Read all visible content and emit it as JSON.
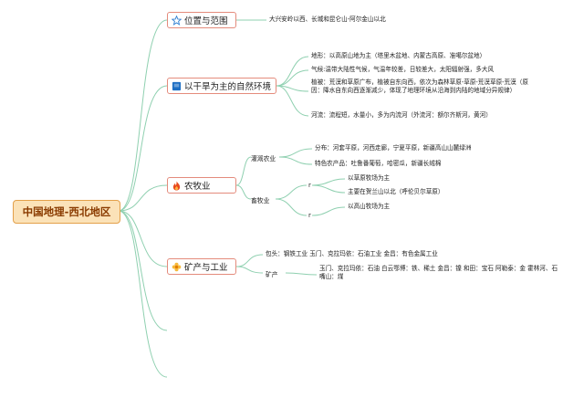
{
  "root": {
    "title": "中国地理-西北地区"
  },
  "topics": {
    "location": {
      "label": "位置与范围",
      "icon": "star-icon",
      "leaf": "大兴安岭以西、长城和昆仑山-阿尔金山以北"
    },
    "environment": {
      "label": "以干旱为主的自然环境",
      "icon": "flag-icon",
      "leaves": [
        "地形：以高原山地为主（塔里木盆地、内蒙古高原、准噶尔盆地）",
        "气候:温带大陆性气候，气温年较差，日较差大，太阳辐射强，多大风",
        "植被：荒漠和草原广布，植被自东向西，依次为森林草原-草原-荒漠草原-荒漠（原因：降水自东向西逐渐减少，体现了地理环境从沿海到内陆的地域分异规律）",
        "河流：流程短，水量小，多为内流河（外流河：额尔齐斯河，黄河）"
      ]
    },
    "agriculture": {
      "label": "农牧业",
      "icon": "fire-icon",
      "irrigated": {
        "label": "灌溉农业",
        "leaves": [
          "分布：河套平原，河西走廊，宁夏平原，新疆高山山麓绿洲",
          "特色农产品：吐鲁番葡萄，哈密瓜，新疆长绒棉"
        ]
      },
      "livestock": {
        "label": "畜牧业",
        "group1": {
          "label": "r",
          "leaves": [
            "以草原牧场为主",
            "主要在贺兰山以北（呼伦贝尔草原）"
          ]
        },
        "group2": {
          "label": "r",
          "leaves": [
            "以高山牧场为主"
          ]
        }
      }
    },
    "minerals": {
      "label": "矿产与工业",
      "icon": "flower-icon",
      "baotou": "包头：钢铁工业 玉门、克拉玛依：石油工业 金昌：有色金属工业",
      "mineral": {
        "label": "矿产",
        "leaf": "玉门、克拉玛依：石油 白云鄂博：铁、稀土 金昌：镍 和田：宝石 阿勒泰：金 霍林河、石嘴山：煤"
      }
    }
  },
  "colors": {
    "branch": "#8fd0b0",
    "root_fill": "#fbe2b8",
    "root_border": "#e3a04a",
    "topic_border": "#e48b7c"
  }
}
